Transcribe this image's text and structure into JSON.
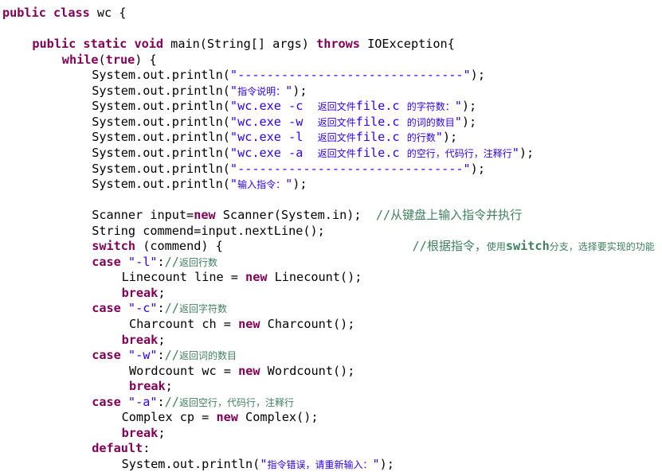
{
  "editor": {
    "lines": [
      {
        "indent": 0,
        "tokens": [
          {
            "t": "kw",
            "v": "public"
          },
          {
            "t": "plain",
            "v": " "
          },
          {
            "t": "kw",
            "v": "class"
          },
          {
            "t": "plain",
            "v": " wc {"
          }
        ]
      },
      {
        "indent": 0,
        "tokens": []
      },
      {
        "indent": 4,
        "tokens": [
          {
            "t": "kw",
            "v": "public"
          },
          {
            "t": "plain",
            "v": " "
          },
          {
            "t": "kw",
            "v": "static"
          },
          {
            "t": "plain",
            "v": " "
          },
          {
            "t": "kw",
            "v": "void"
          },
          {
            "t": "plain",
            "v": " main(String[] args) "
          },
          {
            "t": "kw",
            "v": "throws"
          },
          {
            "t": "plain",
            "v": " IOException{"
          }
        ]
      },
      {
        "indent": 8,
        "tokens": [
          {
            "t": "kw",
            "v": "while"
          },
          {
            "t": "plain",
            "v": "("
          },
          {
            "t": "kw",
            "v": "true"
          },
          {
            "t": "plain",
            "v": ") {"
          }
        ]
      },
      {
        "indent": 12,
        "tokens": [
          {
            "t": "plain",
            "v": "System.out.println("
          },
          {
            "t": "str",
            "v": "\"-------------------------------\""
          },
          {
            "t": "plain",
            "v": ");"
          }
        ]
      },
      {
        "indent": 12,
        "tokens": [
          {
            "t": "plain",
            "v": "System.out.println("
          },
          {
            "t": "str",
            "v": "\""
          },
          {
            "t": "str-cjk",
            "v": "指令说明："
          },
          {
            "t": "str",
            "v": "\""
          },
          {
            "t": "plain",
            "v": ");"
          }
        ]
      },
      {
        "indent": 12,
        "tokens": [
          {
            "t": "plain",
            "v": "System.out.println("
          },
          {
            "t": "str",
            "v": "\"wc.exe -c  "
          },
          {
            "t": "str-cjk",
            "v": "返回文件"
          },
          {
            "t": "str",
            "v": "file.c "
          },
          {
            "t": "str-cjk",
            "v": "的字符数："
          },
          {
            "t": "str",
            "v": "\""
          },
          {
            "t": "plain",
            "v": ");"
          }
        ]
      },
      {
        "indent": 12,
        "tokens": [
          {
            "t": "plain",
            "v": "System.out.println("
          },
          {
            "t": "str",
            "v": "\"wc.exe -w  "
          },
          {
            "t": "str-cjk",
            "v": "返回文件"
          },
          {
            "t": "str",
            "v": "file.c "
          },
          {
            "t": "str-cjk",
            "v": "的词的数目"
          },
          {
            "t": "str",
            "v": "\""
          },
          {
            "t": "plain",
            "v": ");"
          }
        ]
      },
      {
        "indent": 12,
        "tokens": [
          {
            "t": "plain",
            "v": "System.out.println("
          },
          {
            "t": "str",
            "v": "\"wc.exe -l  "
          },
          {
            "t": "str-cjk",
            "v": "返回文件"
          },
          {
            "t": "str",
            "v": "file.c "
          },
          {
            "t": "str-cjk",
            "v": "的行数"
          },
          {
            "t": "str",
            "v": "\""
          },
          {
            "t": "plain",
            "v": ");"
          }
        ]
      },
      {
        "indent": 12,
        "tokens": [
          {
            "t": "plain",
            "v": "System.out.println("
          },
          {
            "t": "str",
            "v": "\"wc.exe -a  "
          },
          {
            "t": "str-cjk",
            "v": "返回文件"
          },
          {
            "t": "str",
            "v": "file.c "
          },
          {
            "t": "str-cjk",
            "v": "的空行，代码行，注释行"
          },
          {
            "t": "str",
            "v": "\""
          },
          {
            "t": "plain",
            "v": ");"
          }
        ]
      },
      {
        "indent": 12,
        "tokens": [
          {
            "t": "plain",
            "v": "System.out.println("
          },
          {
            "t": "str",
            "v": "\"-------------------------------\""
          },
          {
            "t": "plain",
            "v": ");"
          }
        ]
      },
      {
        "indent": 12,
        "tokens": [
          {
            "t": "plain",
            "v": "System.out.println("
          },
          {
            "t": "str",
            "v": "\""
          },
          {
            "t": "str-cjk",
            "v": "输入指令："
          },
          {
            "t": "str",
            "v": "\""
          },
          {
            "t": "plain",
            "v": ");"
          }
        ]
      },
      {
        "indent": 0,
        "tokens": []
      },
      {
        "indent": 12,
        "tokens": [
          {
            "t": "plain",
            "v": "Scanner input="
          },
          {
            "t": "kw",
            "v": "new"
          },
          {
            "t": "plain",
            "v": " Scanner(System.in);  "
          },
          {
            "t": "com",
            "v": "//"
          },
          {
            "t": "com-cjk-large",
            "v": "从键盘上输入指令并执行"
          }
        ]
      },
      {
        "indent": 12,
        "tokens": [
          {
            "t": "plain",
            "v": "String commend=input.nextLine();"
          }
        ]
      },
      {
        "indent": 12,
        "tokens": [
          {
            "t": "kw",
            "v": "switch"
          },
          {
            "t": "plain",
            "v": " (commend) {                          "
          },
          {
            "t": "com",
            "v": "//"
          },
          {
            "t": "com-cjk-large",
            "v": "根据指令，"
          },
          {
            "t": "com-cjk-small",
            "v": "使用"
          },
          {
            "t": "com-bold",
            "v": "switch"
          },
          {
            "t": "com-cjk-small",
            "v": "分支，选择要实现的功能"
          }
        ]
      },
      {
        "indent": 12,
        "tokens": [
          {
            "t": "kw",
            "v": "case"
          },
          {
            "t": "plain",
            "v": " "
          },
          {
            "t": "str",
            "v": "\"-l\""
          },
          {
            "t": "plain",
            "v": ":"
          },
          {
            "t": "com",
            "v": "//"
          },
          {
            "t": "com-cjk-small",
            "v": "返回行数"
          }
        ]
      },
      {
        "indent": 16,
        "tokens": [
          {
            "t": "plain",
            "v": "Linecount line = "
          },
          {
            "t": "kw",
            "v": "new"
          },
          {
            "t": "plain",
            "v": " Linecount();"
          }
        ]
      },
      {
        "indent": 16,
        "tokens": [
          {
            "t": "kw",
            "v": "break"
          },
          {
            "t": "plain",
            "v": ";"
          }
        ]
      },
      {
        "indent": 12,
        "tokens": [
          {
            "t": "kw",
            "v": "case"
          },
          {
            "t": "plain",
            "v": " "
          },
          {
            "t": "str",
            "v": "\"-c\""
          },
          {
            "t": "plain",
            "v": ":"
          },
          {
            "t": "com",
            "v": "//"
          },
          {
            "t": "com-cjk-small",
            "v": "返回字符数"
          }
        ]
      },
      {
        "indent": 17,
        "tokens": [
          {
            "t": "plain",
            "v": "Charcount ch = "
          },
          {
            "t": "kw",
            "v": "new"
          },
          {
            "t": "plain",
            "v": " Charcount();"
          }
        ]
      },
      {
        "indent": 16,
        "tokens": [
          {
            "t": "kw",
            "v": "break"
          },
          {
            "t": "plain",
            "v": ";"
          }
        ]
      },
      {
        "indent": 12,
        "tokens": [
          {
            "t": "kw",
            "v": "case"
          },
          {
            "t": "plain",
            "v": " "
          },
          {
            "t": "str",
            "v": "\"-w\""
          },
          {
            "t": "plain",
            "v": ":"
          },
          {
            "t": "com",
            "v": "//"
          },
          {
            "t": "com-cjk-small",
            "v": "返回词的数目"
          }
        ]
      },
      {
        "indent": 17,
        "tokens": [
          {
            "t": "plain",
            "v": "Wordcount wc = "
          },
          {
            "t": "kw",
            "v": "new"
          },
          {
            "t": "plain",
            "v": " Wordcount();"
          }
        ]
      },
      {
        "indent": 17,
        "tokens": [
          {
            "t": "kw",
            "v": "break"
          },
          {
            "t": "plain",
            "v": ";"
          }
        ]
      },
      {
        "indent": 12,
        "tokens": [
          {
            "t": "kw",
            "v": "case"
          },
          {
            "t": "plain",
            "v": " "
          },
          {
            "t": "str",
            "v": "\"-a\""
          },
          {
            "t": "plain",
            "v": ":"
          },
          {
            "t": "com",
            "v": "//"
          },
          {
            "t": "com-cjk-small",
            "v": "返回空行，代码行，注释行"
          }
        ]
      },
      {
        "indent": 16,
        "tokens": [
          {
            "t": "plain",
            "v": "Complex cp = "
          },
          {
            "t": "kw",
            "v": "new"
          },
          {
            "t": "plain",
            "v": " Complex();"
          }
        ]
      },
      {
        "indent": 16,
        "tokens": [
          {
            "t": "kw",
            "v": "break"
          },
          {
            "t": "plain",
            "v": ";"
          }
        ]
      },
      {
        "indent": 12,
        "tokens": [
          {
            "t": "kw",
            "v": "default"
          },
          {
            "t": "plain",
            "v": ":"
          }
        ]
      },
      {
        "indent": 16,
        "tokens": [
          {
            "t": "plain",
            "v": "System.out.println("
          },
          {
            "t": "str",
            "v": "\""
          },
          {
            "t": "str-cjk",
            "v": "指令错误，请重新输入："
          },
          {
            "t": "str",
            "v": "\""
          },
          {
            "t": "plain",
            "v": ");"
          }
        ]
      }
    ]
  },
  "colors": {
    "keyword": "#7f0055",
    "string": "#2a00ff",
    "comment": "#3f7f5f",
    "plain": "#000000",
    "background": "#ffffff"
  }
}
